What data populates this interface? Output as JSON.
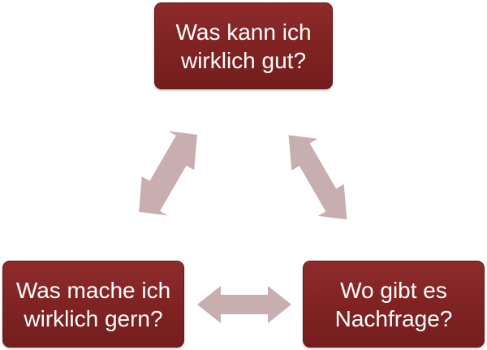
{
  "diagram": {
    "nodes": [
      {
        "id": "top",
        "lines": [
          "Was kann ich",
          "wirklich gut?"
        ]
      },
      {
        "id": "left",
        "lines": [
          "Was mache ich",
          "wirklich gern?"
        ]
      },
      {
        "id": "right",
        "lines": [
          "Wo gibt es",
          "Nachfrage?"
        ]
      }
    ],
    "edges": [
      {
        "from": "top",
        "to": "left",
        "direction": "both"
      },
      {
        "from": "top",
        "to": "right",
        "direction": "both"
      },
      {
        "from": "left",
        "to": "right",
        "direction": "both"
      }
    ],
    "colors": {
      "box_fill": "#7f2222",
      "box_text": "#ffffff",
      "arrow_fill": "#c8aeae"
    }
  }
}
